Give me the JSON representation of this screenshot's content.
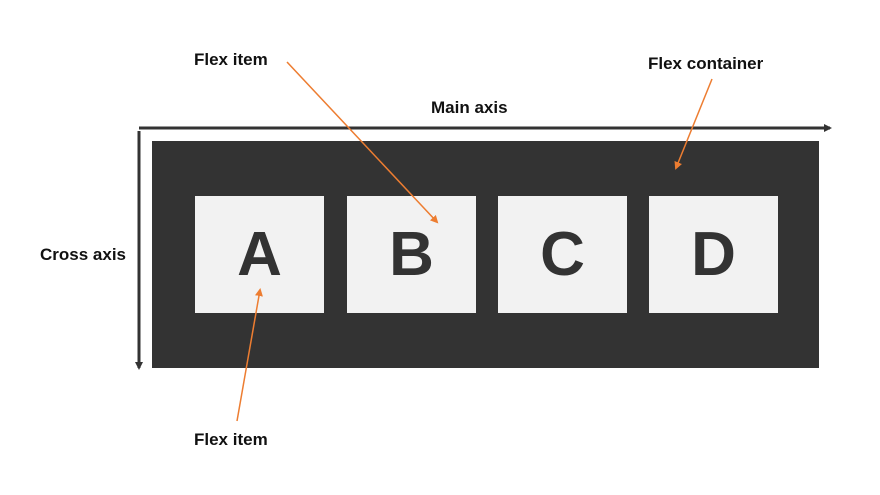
{
  "labels": {
    "flex_item_top": "Flex item",
    "flex_container": "Flex container",
    "main_axis": "Main axis",
    "cross_axis": "Cross axis",
    "flex_item_bottom": "Flex item"
  },
  "items": [
    "A",
    "B",
    "C",
    "D"
  ],
  "colors": {
    "container": "#333333",
    "item": "#f2f2f2",
    "item_text": "#333333",
    "axis": "#333333",
    "pointer": "#ed7d31"
  }
}
